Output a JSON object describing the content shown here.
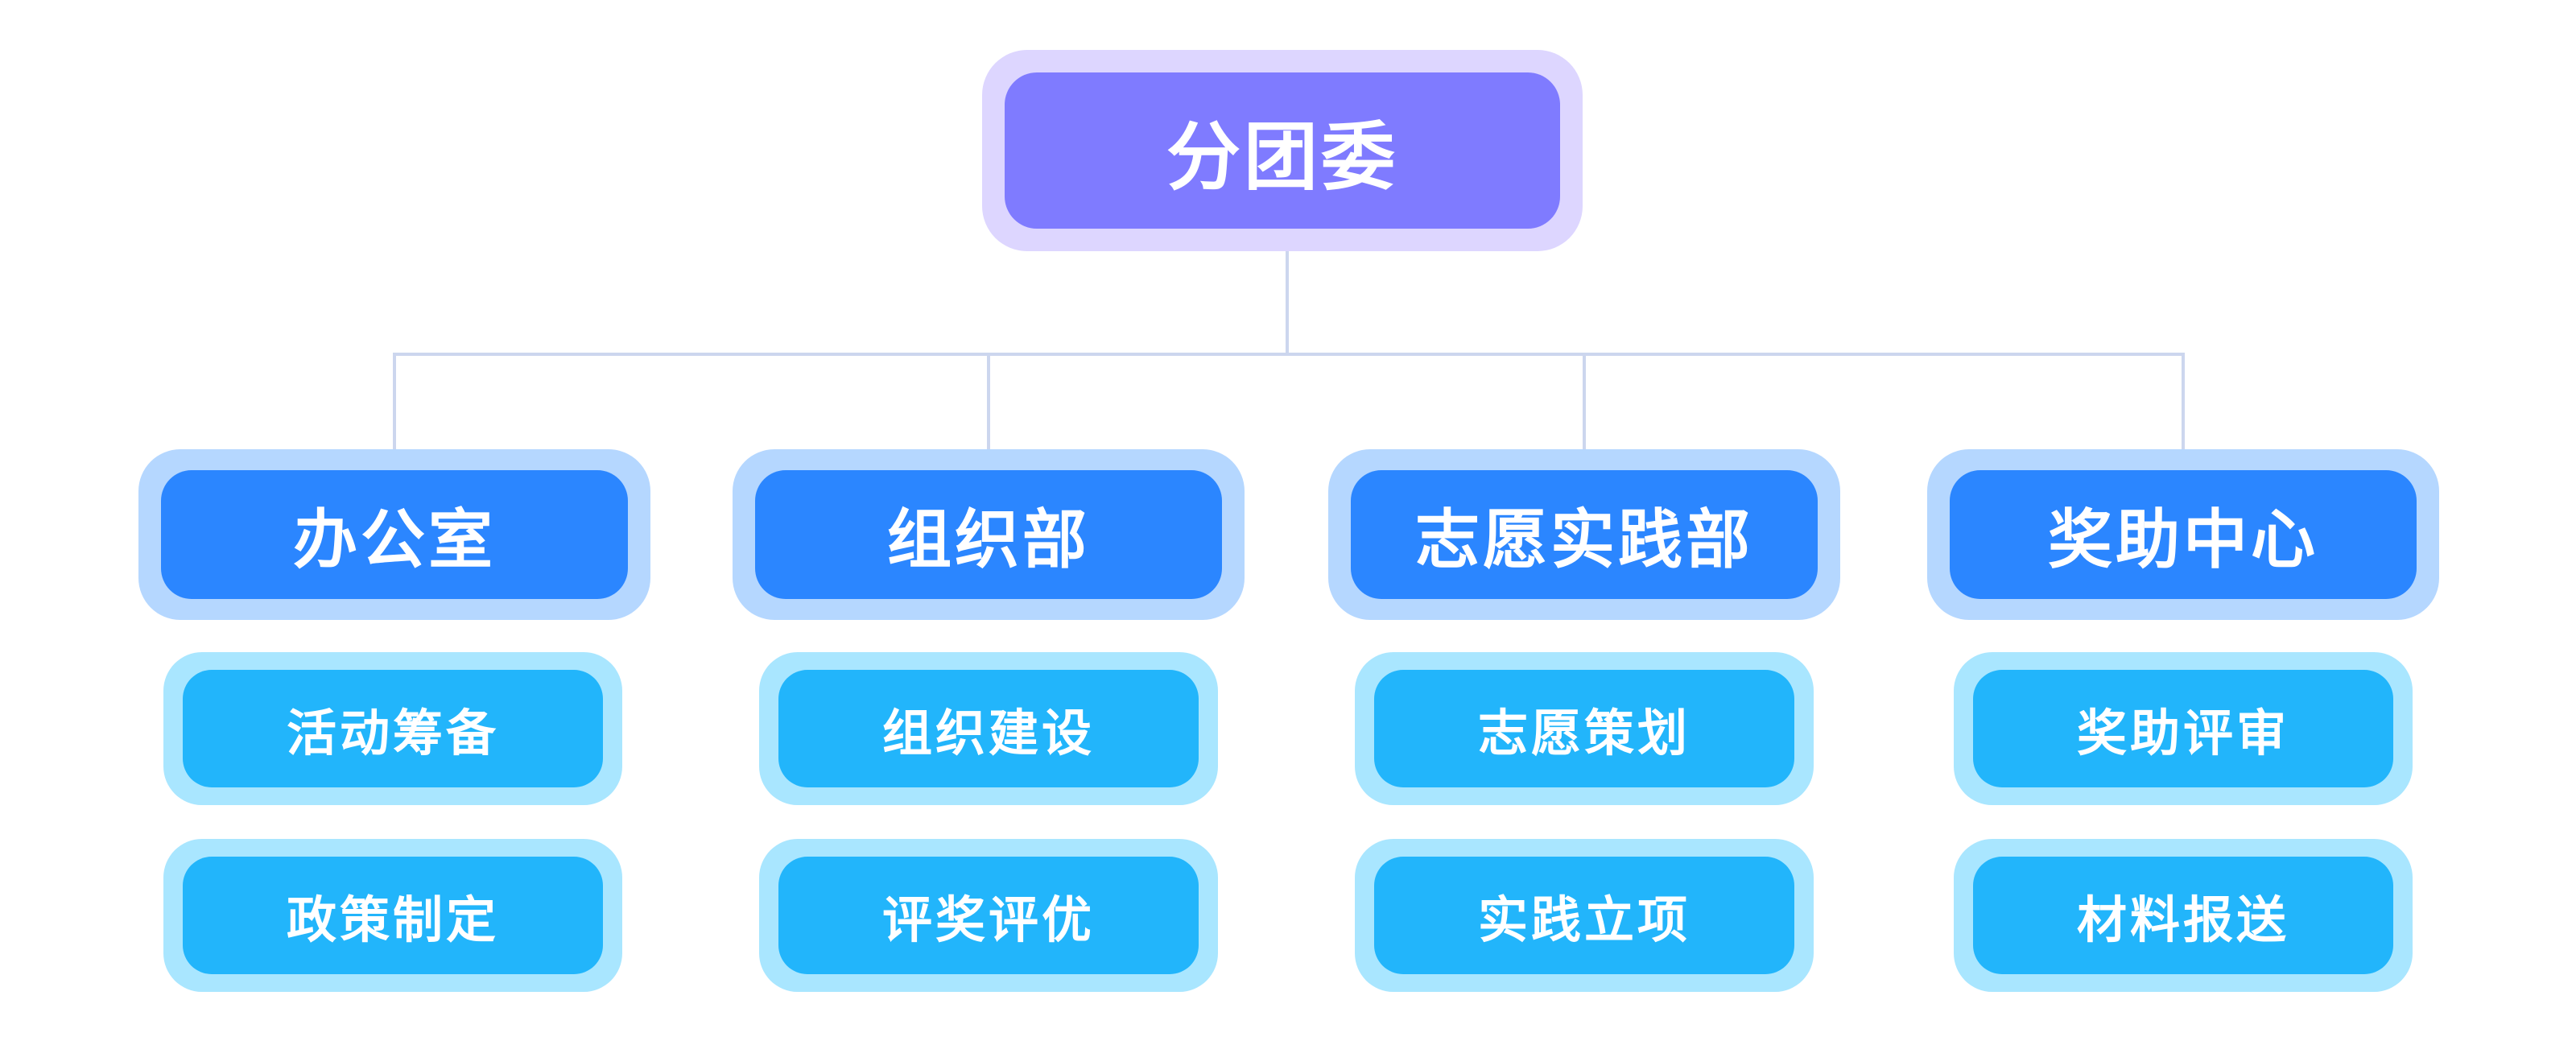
{
  "root": {
    "label": "分团委"
  },
  "departments": [
    {
      "label": "办公室",
      "tasks": [
        "活动筹备",
        "政策制定"
      ]
    },
    {
      "label": "组织部",
      "tasks": [
        "组织建设",
        "评奖评优"
      ]
    },
    {
      "label": "志愿实践部",
      "tasks": [
        "志愿策划",
        "实践立项"
      ]
    },
    {
      "label": "奖助中心",
      "tasks": [
        "奖助评审",
        "材料报送"
      ]
    }
  ],
  "colors": {
    "root_outer": "#ddd6ff",
    "root_inner": "#7f7bff",
    "dept_outer": "#b5d7ff",
    "dept_inner": "#2b86ff",
    "task_outer": "#a9e6ff",
    "task_inner": "#22b5fb",
    "connector": "#ccd6ee",
    "text": "#ffffff"
  }
}
